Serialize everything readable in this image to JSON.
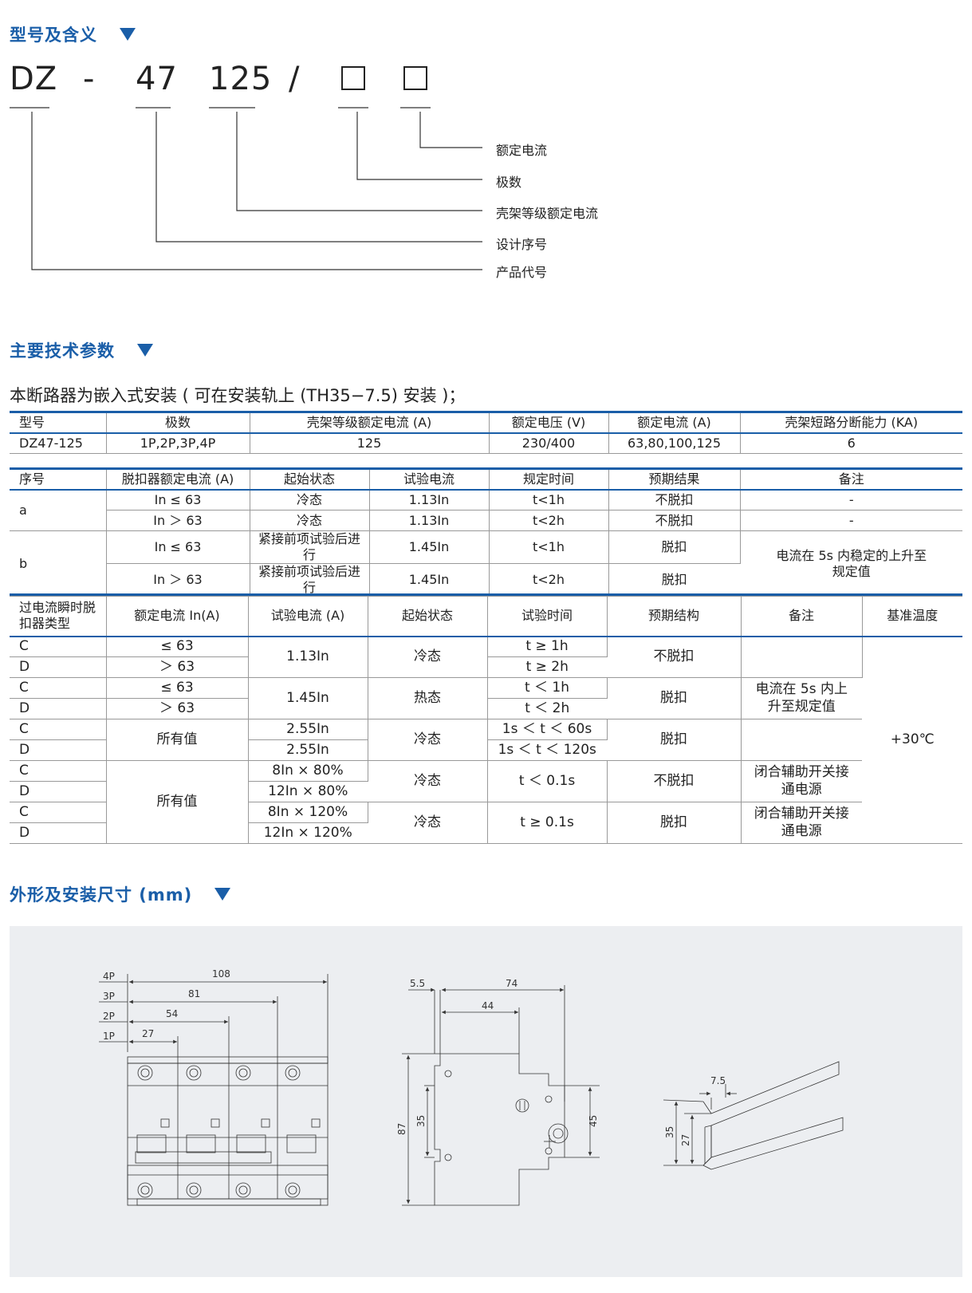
{
  "sections": {
    "model": "型号及含义",
    "tech": "主要技术参数",
    "dims": "外形及安装尺寸 (mm)"
  },
  "model_code": {
    "prefix": "DZ",
    "dash": "-",
    "design": "47",
    "frame": "125",
    "slash": "/"
  },
  "legend": [
    "额定电流",
    "极数",
    "壳架等级额定电流",
    "设计序号",
    "产品代号"
  ],
  "intro": "本断路器为嵌入式安装 ( 可在安装轨上 (TH35−7.5) 安装 )；",
  "table1": {
    "headers": [
      "型号",
      "极数",
      "壳架等级额定电流 (A)",
      "额定电压 (V)",
      "额定电流 (A)",
      "壳架短路分断能力 (KA)"
    ],
    "row": [
      "DZ47-125",
      "1P,2P,3P,4P",
      "125",
      "230/400",
      "63,80,100,125",
      "6"
    ]
  },
  "table2": {
    "headers": [
      "序号",
      "脱扣器额定电流 (A)",
      "起始状态",
      "试验电流",
      "规定时间",
      "预期结果",
      "备注"
    ],
    "groups": [
      {
        "id": "a",
        "note": "",
        "rows": [
          [
            "In ≤ 63",
            "冷态",
            "1.13In",
            "t<1h",
            "不脱扣",
            "-"
          ],
          [
            "In ＞ 63",
            "冷态",
            "1.13In",
            "t<2h",
            "不脱扣",
            "-"
          ]
        ]
      },
      {
        "id": "b",
        "note": "电流在 5s 内稳定的上升至规定值",
        "rows": [
          [
            "In ≤ 63",
            "紧接前项试验后进行",
            "1.45In",
            "t<1h",
            "脱扣"
          ],
          [
            "In ＞ 63",
            "紧接前项试验后进行",
            "1.45In",
            "t<2h",
            "脱扣"
          ]
        ]
      }
    ]
  },
  "table3": {
    "headers": [
      "过电流瞬时脱扣器类型",
      "额定电流 In(A)",
      "试验电流 (A)",
      "起始状态",
      "试验时间",
      "预期结构",
      "备注",
      "基准温度"
    ],
    "types": [
      "C",
      "D",
      "C",
      "D",
      "C",
      "D",
      "C",
      "D",
      "C",
      "D"
    ],
    "rated": [
      "≤ 63",
      "＞ 63",
      "≤ 63",
      "＞ 63",
      "所有值",
      "所有值"
    ],
    "current": [
      "1.13In",
      "1.45In",
      "2.55In",
      "2.55In",
      "8In × 80%",
      "12In × 80%",
      "8In × 120%",
      "12In × 120%"
    ],
    "state": [
      "冷态",
      "热态",
      "冷态",
      "冷态",
      "冷态"
    ],
    "time": [
      "t ≥ 1h",
      "t ≥ 2h",
      "t ＜ 1h",
      "t ＜ 2h",
      "1s ＜ t ＜ 60s",
      "1s ＜ t ＜ 120s",
      "t ＜ 0.1s",
      "t ≥ 0.1s"
    ],
    "result": [
      "不脱扣",
      "脱扣",
      "脱扣",
      "不脱扣",
      "脱扣"
    ],
    "notes": [
      "电流在 5s 内上升至规定值",
      "闭合辅助开关接通电源",
      "闭合辅助开关接通电源"
    ],
    "temp": "+30℃"
  },
  "dims": {
    "front": {
      "poles": [
        "4P",
        "3P",
        "2P",
        "1P"
      ],
      "widths": [
        "108",
        "81",
        "54",
        "27"
      ]
    },
    "side": {
      "w1": "5.5",
      "w2": "74",
      "w3": "44",
      "h1": "87",
      "h2": "35",
      "h3": "45"
    },
    "rail": {
      "top": "7.5",
      "h1": "35",
      "h2": "27"
    }
  }
}
